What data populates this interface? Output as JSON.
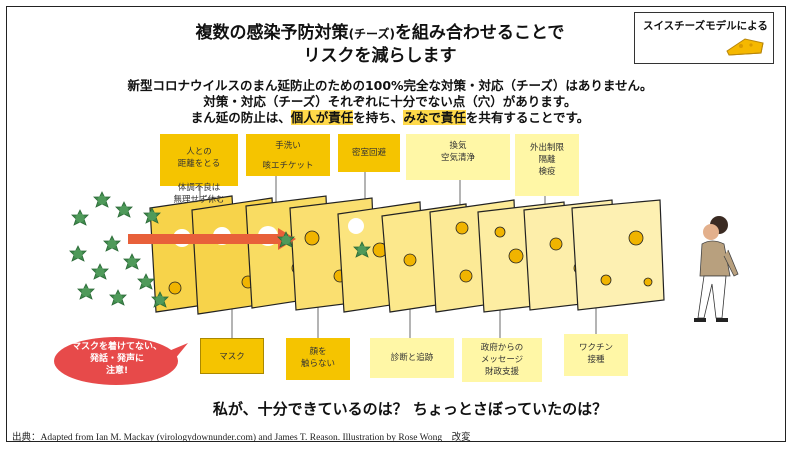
{
  "header": {
    "title_line1_a": "複数の感染予防対策",
    "title_line1_small": "(チーズ)",
    "title_line1_b": "を組み合わせることで",
    "title_line2": "リスクを減らします"
  },
  "model_label": "スイスチーズモデルによる",
  "description": {
    "line1": "新型コロナウイルスのまん延防止のための100%完全な対策・対応（チーズ）はありません。",
    "line2": "対策・対応（チーズ）それぞれに十分でない点（穴）があります。",
    "line3_a": "まん延の防止は、",
    "line3_hl1": "個人が責任",
    "line3_b": "を持ち、",
    "line3_hl2": "みなで責任",
    "line3_c": "を共有することです。"
  },
  "top_notes": {
    "distance": "人との\n距離をとる",
    "rest": "体調不良は\n無理せず休む",
    "handwash": "手洗い",
    "cough": "咳エチケット",
    "closed": "密室回避",
    "ventilation": "換気\n空気清浄",
    "travel": "外出制限\n隔離\n検疫"
  },
  "bottom_notes": {
    "mask": "マスク",
    "face": "顔を\n触らない",
    "testing": "診断と追跡",
    "government": "政府からの\nメッセージ\n財政支援",
    "vaccine": "ワクチン\n接種"
  },
  "bubble": "マスクを着けてない、\n発話・発声に\n注意!",
  "question": "私が、十分できているのは？ ちょっとさぼっていたのは？",
  "source": "出典：Adapted from Ian M. Mackay (virologydownunder.com) and James T. Reason. Illustration by Rose Wong　改変",
  "colors": {
    "dark_yellow": "#f5c400",
    "light_yellow": "#fff7a6",
    "virus_green": "#3f8a4c",
    "arrow_orange": "#e8603a",
    "bubble_red": "#e74a4a",
    "highlight": "#ffd94a"
  }
}
